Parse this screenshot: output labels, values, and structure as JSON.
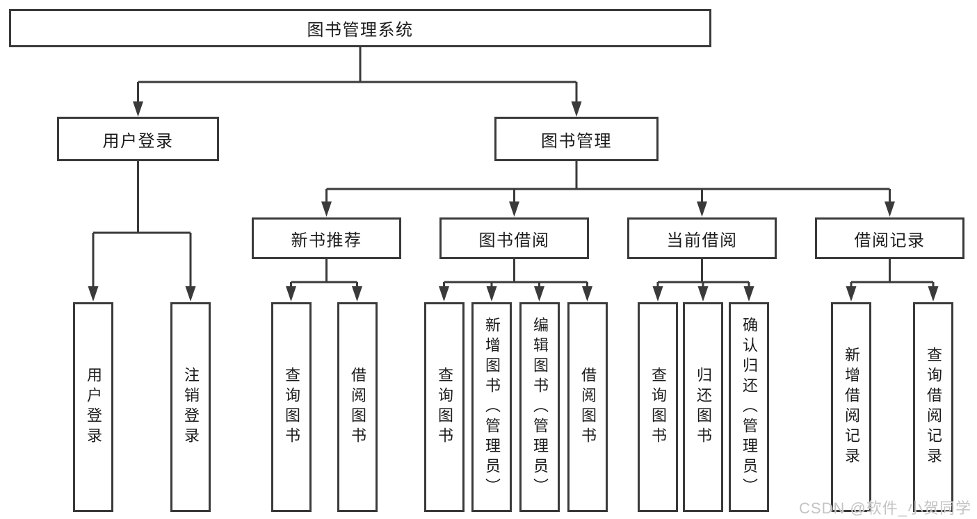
{
  "diagram": {
    "type": "hierarchy-tree",
    "tree": {
      "label": "图书管理系统",
      "children": [
        {
          "label": "用户登录",
          "children": [
            {
              "label": "用户登录"
            },
            {
              "label": "注销登录"
            }
          ]
        },
        {
          "label": "图书管理",
          "children": [
            {
              "label": "新书推荐",
              "children": [
                {
                  "label": "查询图书"
                },
                {
                  "label": "借阅图书"
                }
              ]
            },
            {
              "label": "图书借阅",
              "children": [
                {
                  "label": "查询图书"
                },
                {
                  "label": "新增图书（管理员）"
                },
                {
                  "label": "编辑图书（管理员）"
                },
                {
                  "label": "借阅图书"
                }
              ]
            },
            {
              "label": "当前借阅",
              "children": [
                {
                  "label": "查询图书"
                },
                {
                  "label": "归还图书"
                },
                {
                  "label": "确认归还（管理员）"
                }
              ]
            },
            {
              "label": "借阅记录",
              "children": [
                {
                  "label": "新增借阅记录"
                },
                {
                  "label": "查询借阅记录"
                }
              ]
            }
          ]
        }
      ]
    }
  },
  "watermark": {
    "text": "CSDN @软件_小贺同学"
  },
  "colors": {
    "line": "#3a3a3a",
    "box_border": "#3a3a3a",
    "box_fill": "#ffffff",
    "text": "#1b1b1b",
    "watermark": "#c4c4c4",
    "background": "#ffffff"
  }
}
